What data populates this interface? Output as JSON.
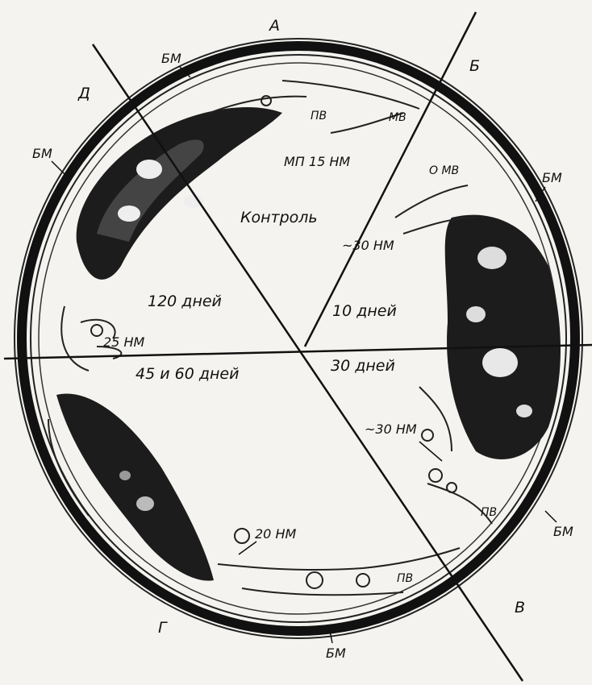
{
  "sectors": {
    "a": "А",
    "b": "Б",
    "v": "В",
    "g": "Г",
    "d": "Д"
  },
  "periods": {
    "control": "Контроль",
    "d10": "10 дней",
    "d30": "30 дней",
    "d45_60": "45 и 60 дней",
    "d120": "120 дней"
  },
  "annotations": {
    "bm_top": "БМ",
    "bm_left": "БМ",
    "bm_right_upper": "БМ",
    "bm_right_lower": "БМ",
    "bm_bottom": "БМ",
    "pv_top": "ПВ",
    "pv_right": "ПВ",
    "pv_bottom": "ПВ",
    "mv_top": "МВ",
    "mv_open": "О МВ",
    "mp15": "МП 15 НМ",
    "nm30_upper": "~30 НМ",
    "nm30_lower": "~30 НМ",
    "nm25": "25 НМ",
    "nm20": "20 НМ"
  }
}
